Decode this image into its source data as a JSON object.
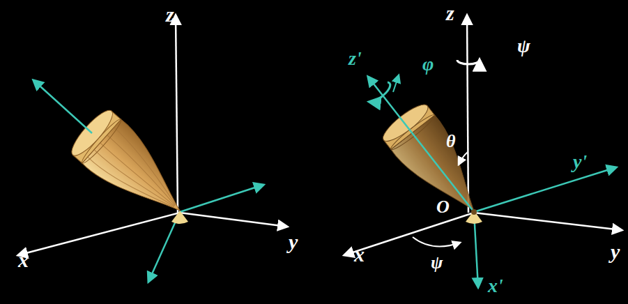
{
  "diagram": {
    "labels": [
      "z",
      "x",
      "y",
      "z",
      "z'",
      "φ",
      "ψ",
      "θ",
      "y'",
      "O",
      "x",
      "ψ",
      "y",
      "x'"
    ]
  }
}
